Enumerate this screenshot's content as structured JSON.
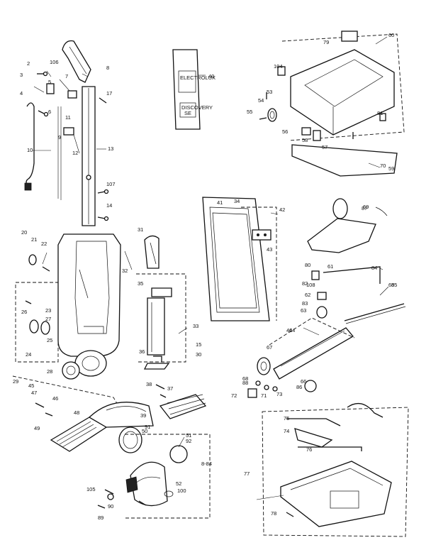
{
  "part_labels": [
    "2",
    "3",
    "4",
    "5",
    "6",
    "7",
    "8",
    "9",
    "10",
    "11",
    "12",
    "13",
    "14",
    "15",
    "17",
    "20",
    "21",
    "22",
    "23",
    "24",
    "25",
    "26",
    "27",
    "28",
    "29",
    "30",
    "31",
    "32",
    "33",
    "34",
    "35",
    "36",
    "37",
    "38",
    "39",
    "40",
    "41",
    "42",
    "43",
    "44",
    "45",
    "46",
    "47",
    "48",
    "49",
    "50",
    "51",
    "52",
    "53",
    "54",
    "55",
    "56",
    "57",
    "58",
    "59",
    "60",
    "61",
    "62",
    "63",
    "64",
    "65",
    "66",
    "67",
    "68",
    "69",
    "70",
    "71",
    "72",
    "73",
    "74",
    "75",
    "76",
    "77",
    "78",
    "79",
    "80",
    "81",
    "82",
    "83",
    "84",
    "85",
    "86",
    "87",
    "88",
    "89",
    "90",
    "91",
    "92",
    "100",
    "104",
    "105",
    "106",
    "107",
    "108"
  ],
  "decal_text": [
    "ELECTROLUX",
    "DISCOVERY",
    "SE"
  ],
  "small_code": "8-84"
}
